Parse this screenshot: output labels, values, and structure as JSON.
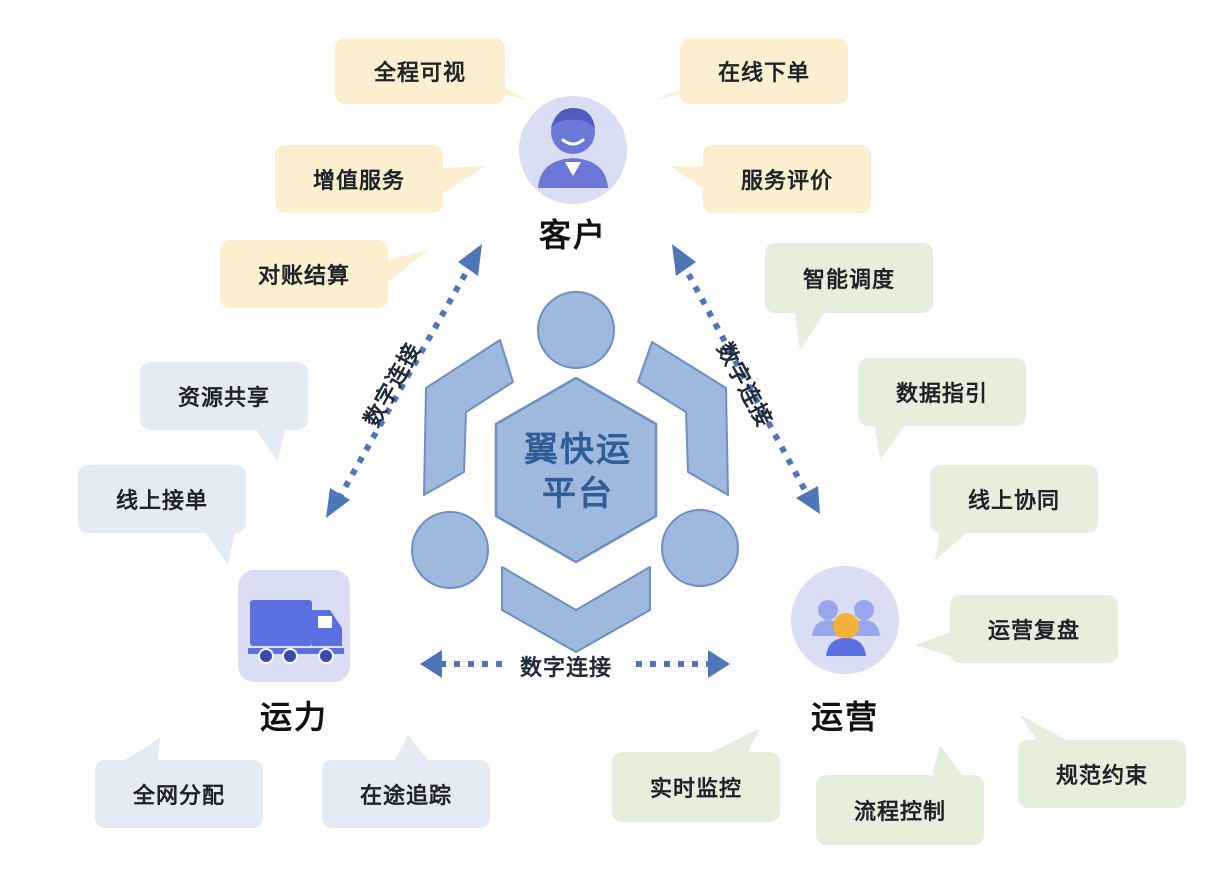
{
  "center": {
    "line1": "翼快运",
    "line2": "平台"
  },
  "nodes": {
    "customer": "客户",
    "capacity": "运力",
    "operations": "运营"
  },
  "links": {
    "left": "数字连接",
    "right": "数字连接",
    "bottom": "数字连接"
  },
  "customer_bubbles": [
    "全程可视",
    "在线下单",
    "增值服务",
    "服务评价",
    "对账结算"
  ],
  "capacity_bubbles": [
    "资源共享",
    "线上接单",
    "全网分配",
    "在途追踪"
  ],
  "operations_bubbles": [
    "智能调度",
    "数据指引",
    "线上协同",
    "运营复盘",
    "规范约束",
    "实时监控",
    "流程控制"
  ],
  "colors": {
    "customer_bubble": "#fcefcf",
    "capacity_bubble": "#e3ebf5",
    "operations_bubble": "#e6eedc",
    "hub_fill": "#9fb9de",
    "hub_stroke": "#6e8fc3",
    "arrow": "#4f77b8",
    "icon_bg": "#d9def5"
  }
}
